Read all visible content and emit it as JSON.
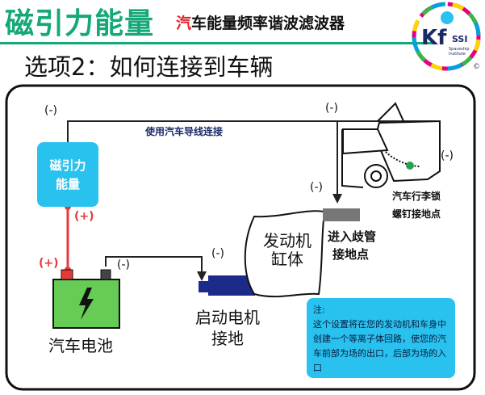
{
  "header": {
    "title": "磁引力能量",
    "subtitle_first_char": "汽",
    "subtitle_rest": "车能量频率谐波滤波器"
  },
  "slide_title": "选项2：如何连接到车辆",
  "logo": {
    "text": "Kf",
    "text_small": "SSI",
    "tagline": "Spaceship Institute",
    "mark": "©"
  },
  "diagram": {
    "device_label_line1": "磁引力",
    "device_label_line2": "能量",
    "wire_label": "使用汽车导线连接",
    "neg_top_left": "(-)",
    "neg_top_mid": "(-)",
    "neg_truck": "(-)",
    "neg_intake": "(-)",
    "pos_device": "(+)",
    "pos_battery": "(+)",
    "neg_battery": "(-)",
    "neg_starter": "(-)",
    "engine_line1": "发动机",
    "engine_line2": "缸体",
    "intake_line1": "进入歧管",
    "intake_line2": "接地点",
    "trunk_line1": "汽车行李锁",
    "trunk_line2": "螺钉接地点",
    "starter_line1": "启动电机",
    "starter_line2": "接地",
    "battery_label": "汽车电池"
  },
  "note": {
    "title": "注:",
    "body": "这个设置将在您的发动机和车身中创建一个等离子体回路，使您的汽车前部为场的出口，后部为场的入口"
  },
  "colors": {
    "title_green": "#15a878",
    "device_blue": "#29c2ef",
    "battery_green": "#66cc55",
    "wire_red": "#e63a3a",
    "starter_blue": "#1c2a8a"
  }
}
